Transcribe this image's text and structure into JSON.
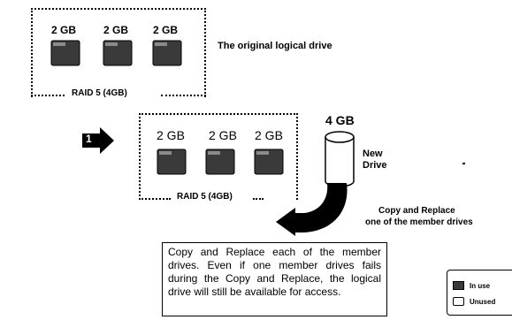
{
  "original": {
    "drive_sizes": [
      "2 GB",
      "2 GB",
      "2 GB"
    ],
    "raid_label": "RAID 5 (4GB)",
    "caption": "The original logical drive"
  },
  "replace": {
    "step_number": "1",
    "drive_sizes": [
      "2 GB",
      "2 GB",
      "2 GB"
    ],
    "raid_label": "RAID 5 (4GB)",
    "new_drive_size": "4 GB",
    "new_drive_label_line1": "New",
    "new_drive_label_line2": "Drive",
    "arrow_caption_line1": "Copy and Replace",
    "arrow_caption_line2": "one of the member drives"
  },
  "note": {
    "text": "Copy and Replace each of the member drives. Even if one member drives fails during the Copy and Replace, the logical drive will still be available for access."
  },
  "legend": {
    "in_use": "In use",
    "unused": "Unused"
  },
  "colors": {
    "drive_dark": "#3a3a3a",
    "drive_highlight": "#8a8a8a",
    "outline": "#000000"
  }
}
